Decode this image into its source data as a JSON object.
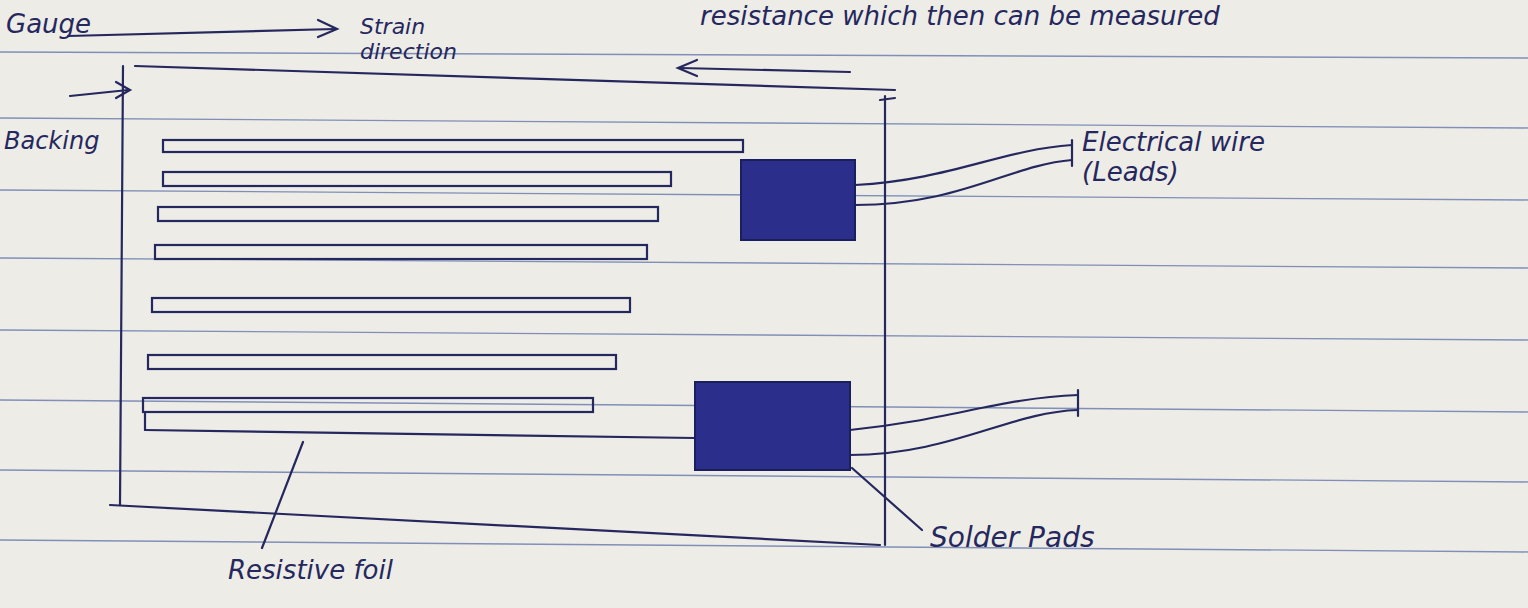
{
  "diagram": {
    "labels": [
      "resistance which then can be measured",
      "Gauge",
      "Strain direction",
      "Backing",
      "Electrical wire (Leads)",
      "Solder Pads",
      "Resistive foil"
    ]
  }
}
